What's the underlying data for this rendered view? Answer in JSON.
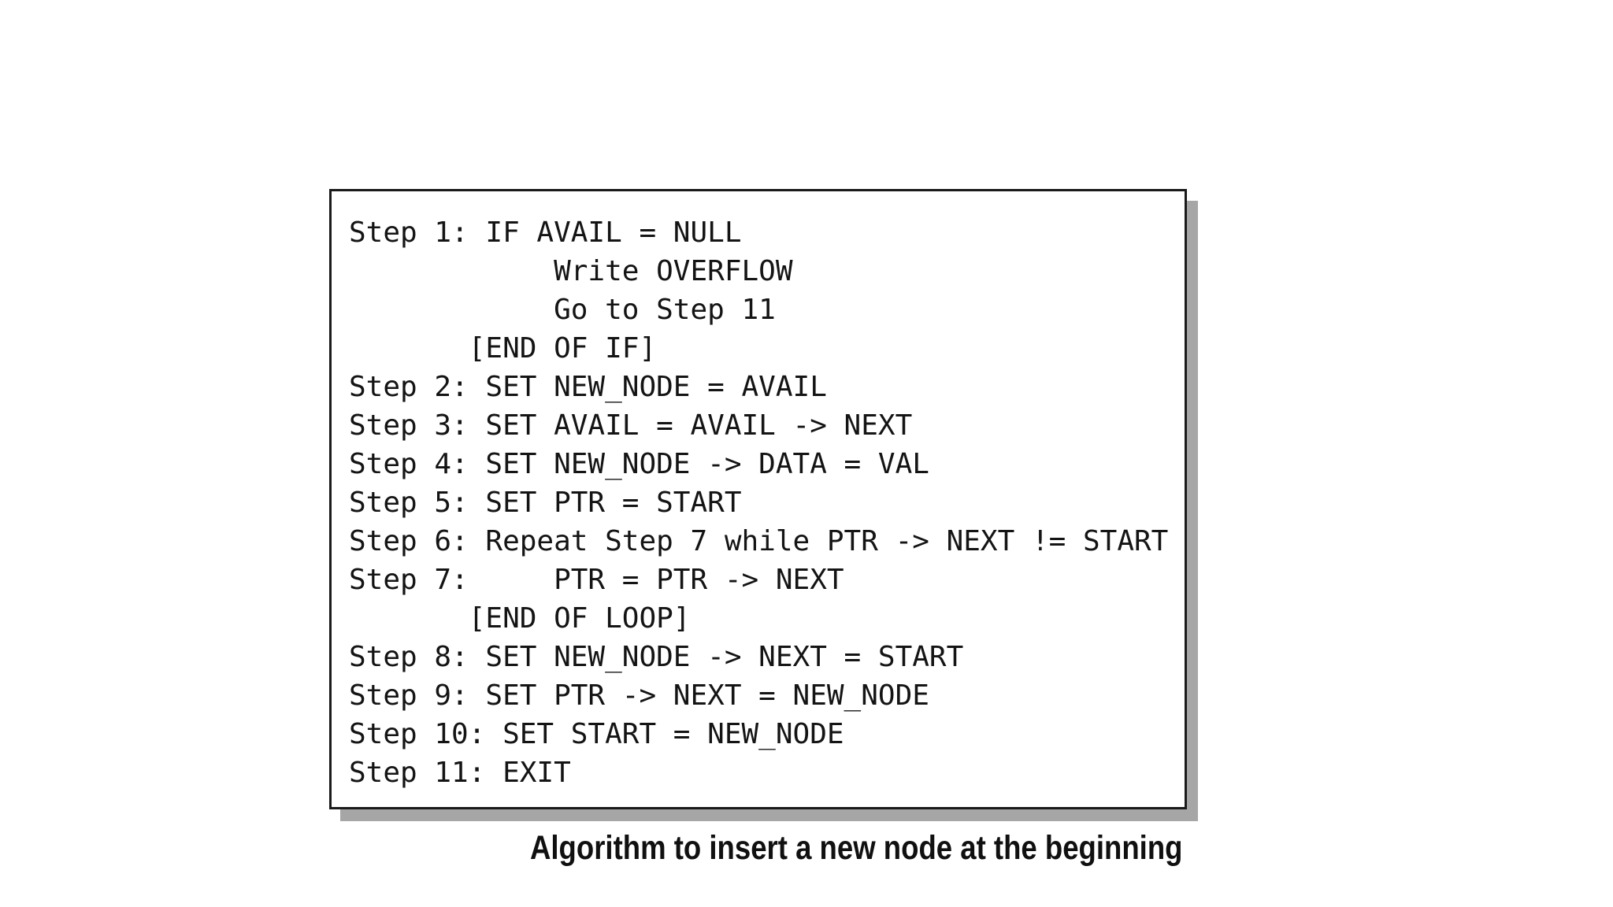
{
  "figure": {
    "algorithm": {
      "lines": [
        "Step 1: IF AVAIL = NULL",
        "            Write OVERFLOW",
        "            Go to Step 11",
        "       [END OF IF]",
        "Step 2: SET NEW_NODE = AVAIL",
        "Step 3: SET AVAIL = AVAIL -> NEXT",
        "Step 4: SET NEW_NODE -> DATA = VAL",
        "Step 5: SET PTR = START",
        "Step 6: Repeat Step 7 while PTR -> NEXT != START",
        "Step 7:     PTR = PTR -> NEXT",
        "       [END OF LOOP]",
        "Step 8: SET NEW_NODE -> NEXT = START",
        "Step 9: SET PTR -> NEXT = NEW_NODE",
        "Step 10: SET START = NEW_NODE",
        "Step 11: EXIT"
      ]
    },
    "caption": "Algorithm to insert a new node at the beginning"
  },
  "colors": {
    "background": "#ffffff",
    "box_border": "#1a1a1a",
    "box_shadow": "#a6a6a6",
    "code_text": "#141414",
    "caption_text": "#101010"
  }
}
